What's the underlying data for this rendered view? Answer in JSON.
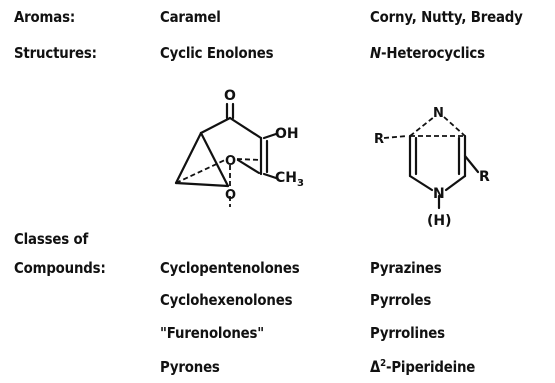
{
  "labels": {
    "aromas": "Aromas:",
    "structures": "Structures:",
    "classes_line1": "Classes of",
    "classes_line2": "Compounds:"
  },
  "caramel": {
    "aroma": "Caramel",
    "structure": "Cyclic Enolones",
    "compounds": [
      "Cyclopentenolones",
      "Cyclohexenolones",
      "\"Furenolones\"",
      "Pyrones"
    ]
  },
  "corny": {
    "aroma": "Corny, Nutty, Bready",
    "structure_prefix": "N",
    "structure_rest": "-Heterocyclics",
    "compounds": [
      "Pyrazines",
      "Pyrroles",
      "Pyrrolines"
    ],
    "piperideine_symbol": "Δ",
    "piperideine_sup": "2",
    "piperideine_rest": "-Piperideine"
  },
  "enolone_structure": {
    "carbonyl_o": "O",
    "hydroxyl": "OH",
    "methyl": "CH",
    "methyl_sub": "3",
    "ring_o1": "O",
    "ring_o2": "O"
  },
  "heterocycle_structure": {
    "top_n": "N",
    "left_r": "R",
    "right_r": "R",
    "bottom_n": "N",
    "bottom_h": "(H)"
  }
}
